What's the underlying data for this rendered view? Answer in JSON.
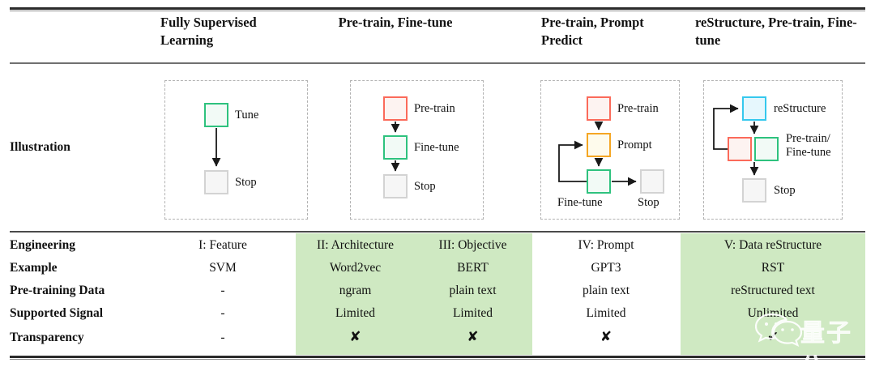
{
  "header": {
    "row_label_col": "",
    "columns": [
      "Fully Supervised Learning",
      "Pre-train, Fine-tune",
      "Pre-train, Prompt Predict",
      "reStructure, Pre-train, Fine-tune"
    ]
  },
  "illustration": {
    "row_label": "Illustration",
    "panels": [
      {
        "name": "fully-supervised-learning",
        "nodes": [
          {
            "label": "Tune",
            "color": "green"
          },
          {
            "label": "Stop",
            "color": "grey"
          }
        ]
      },
      {
        "name": "pre-train-fine-tune",
        "nodes": [
          {
            "label": "Pre-train",
            "color": "red"
          },
          {
            "label": "Fine-tune",
            "color": "green"
          },
          {
            "label": "Stop",
            "color": "grey"
          }
        ]
      },
      {
        "name": "pre-train-prompt-predict",
        "nodes": [
          {
            "label": "Pre-train",
            "color": "red"
          },
          {
            "label": "Prompt",
            "color": "orange"
          },
          {
            "label": "Fine-tune",
            "color": "green"
          },
          {
            "label": "Stop",
            "color": "grey"
          }
        ]
      },
      {
        "name": "restructure-pre-train-fine-tune",
        "nodes": [
          {
            "label": "reStructure",
            "color": "cyan"
          },
          {
            "label": "Pre-train/",
            "color": "red"
          },
          {
            "label": "Fine-tune",
            "color": "green"
          },
          {
            "label": "Stop",
            "color": "grey"
          }
        ]
      }
    ]
  },
  "rows": [
    {
      "label": "Engineering",
      "values": [
        "I: Feature",
        "II: Architecture",
        "III: Objective",
        "IV: Prompt",
        "V: Data reStructure"
      ]
    },
    {
      "label": "Example",
      "values": [
        "SVM",
        "Word2vec",
        "BERT",
        "GPT3",
        "RST"
      ]
    },
    {
      "label": "Pre-training Data",
      "values": [
        "-",
        "ngram",
        "plain text",
        "plain text",
        "reStructured text"
      ]
    },
    {
      "label": "Supported Signal",
      "values": [
        "-",
        "Limited",
        "Limited",
        "Limited",
        "Unlimited"
      ]
    },
    {
      "label": "Transparency",
      "values": [
        "-",
        "✘",
        "✘",
        "✘",
        "✔"
      ]
    }
  ],
  "highlight_color": "#cfe9c2",
  "colors": {
    "green": "#2ec27e",
    "red": "#fb6a5a",
    "grey": "#d3d3d3",
    "orange": "#f5a623",
    "cyan": "#35c8ee"
  },
  "watermark": {
    "text": "量子位",
    "icon": "wechat-logo"
  }
}
